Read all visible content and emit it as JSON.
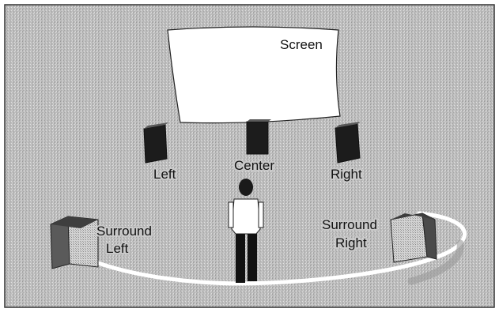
{
  "diagram": {
    "screen_label": "Screen",
    "speakers": {
      "left": "Left",
      "center": "Center",
      "right": "Right",
      "surround_left": [
        "Surround",
        "Left"
      ],
      "surround_right": [
        "Surround",
        "Right"
      ]
    }
  },
  "colors": {
    "background": "#b9b9b9",
    "screen": "#ffffff",
    "speaker_dark": "#1c1c1c",
    "speaker_side": "#5a5a5a",
    "surround_front": "#cfcfcf",
    "arc": "#ffffff",
    "border": "#333333"
  }
}
